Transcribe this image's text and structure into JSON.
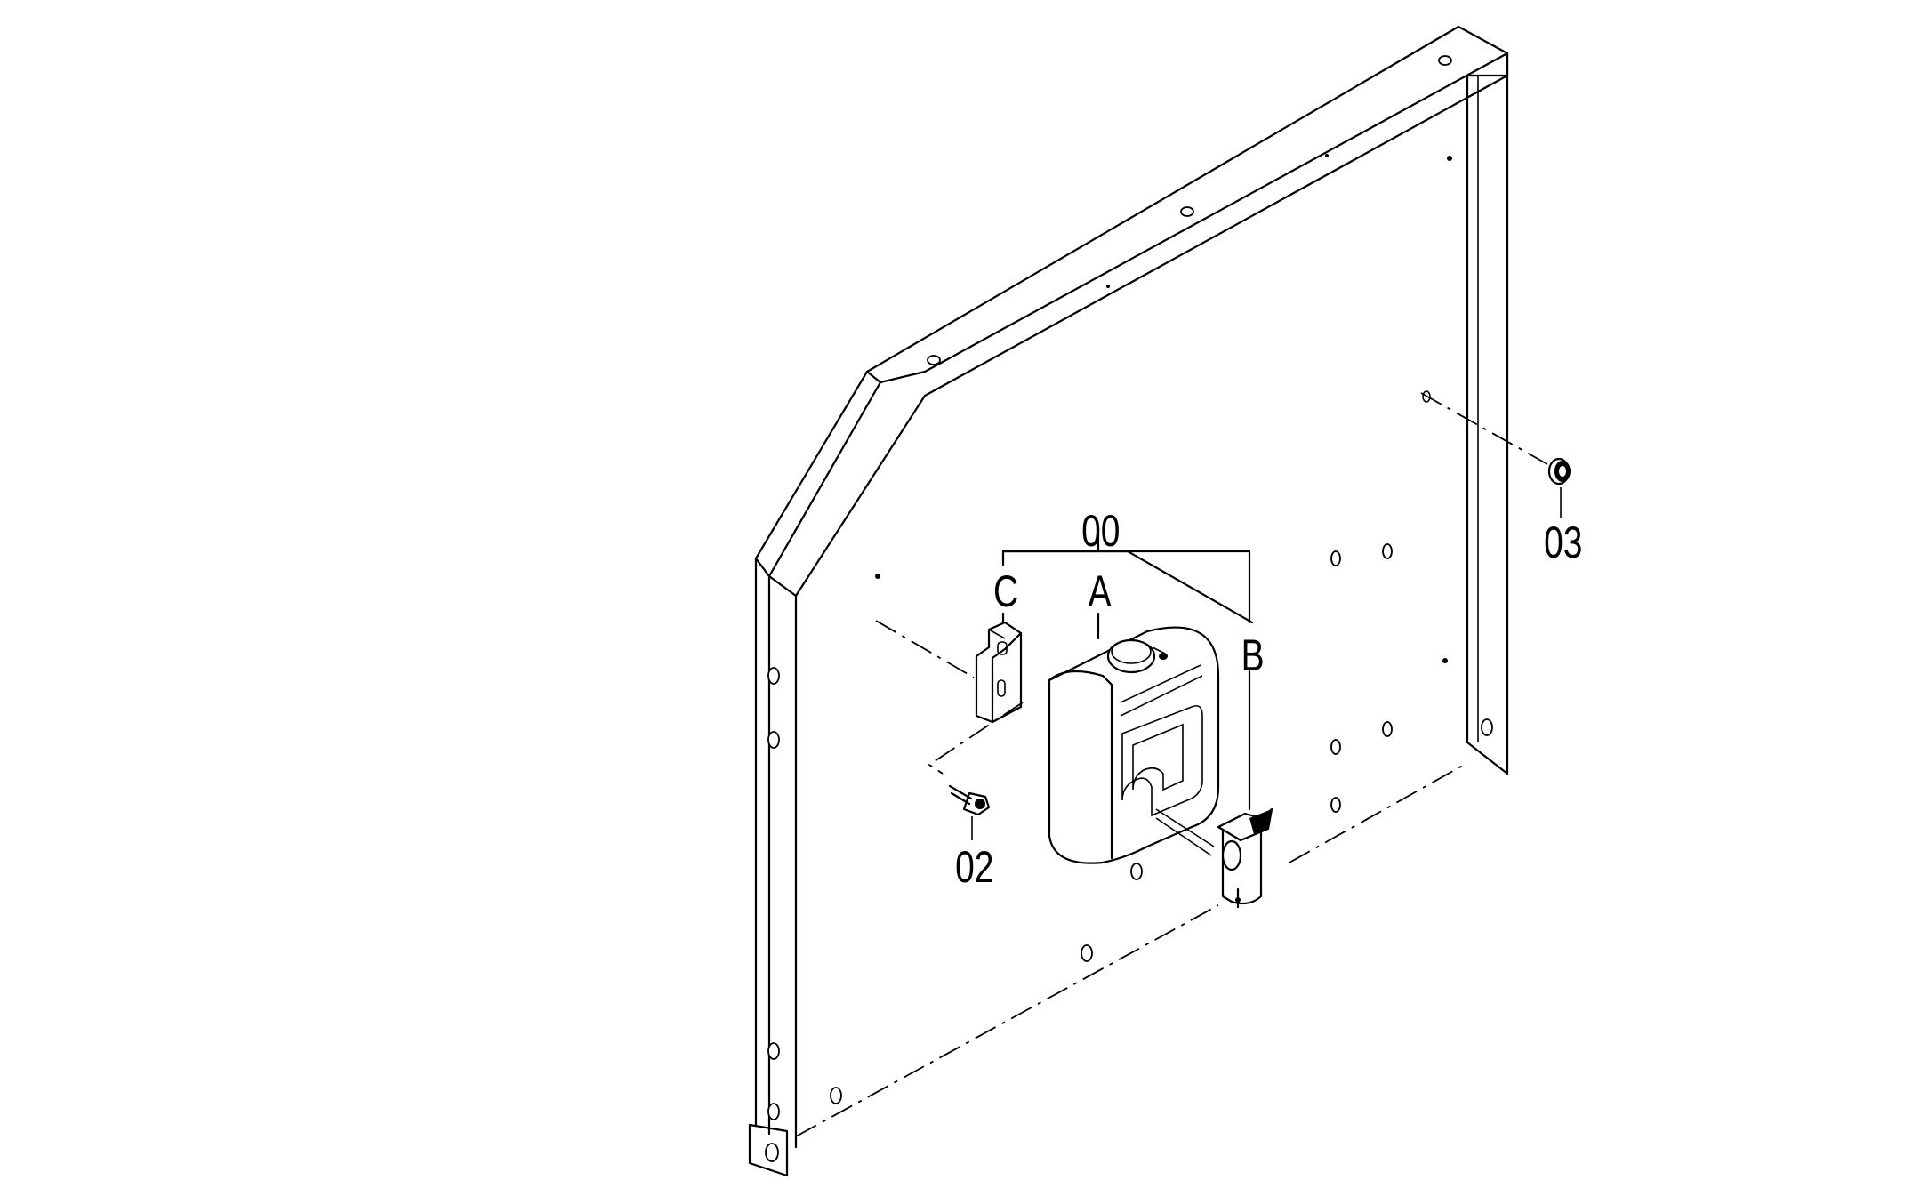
{
  "labels": {
    "assembly": "00",
    "part_a": "A",
    "part_b": "B",
    "part_c": "C",
    "part_02": "02",
    "part_03": "03"
  }
}
